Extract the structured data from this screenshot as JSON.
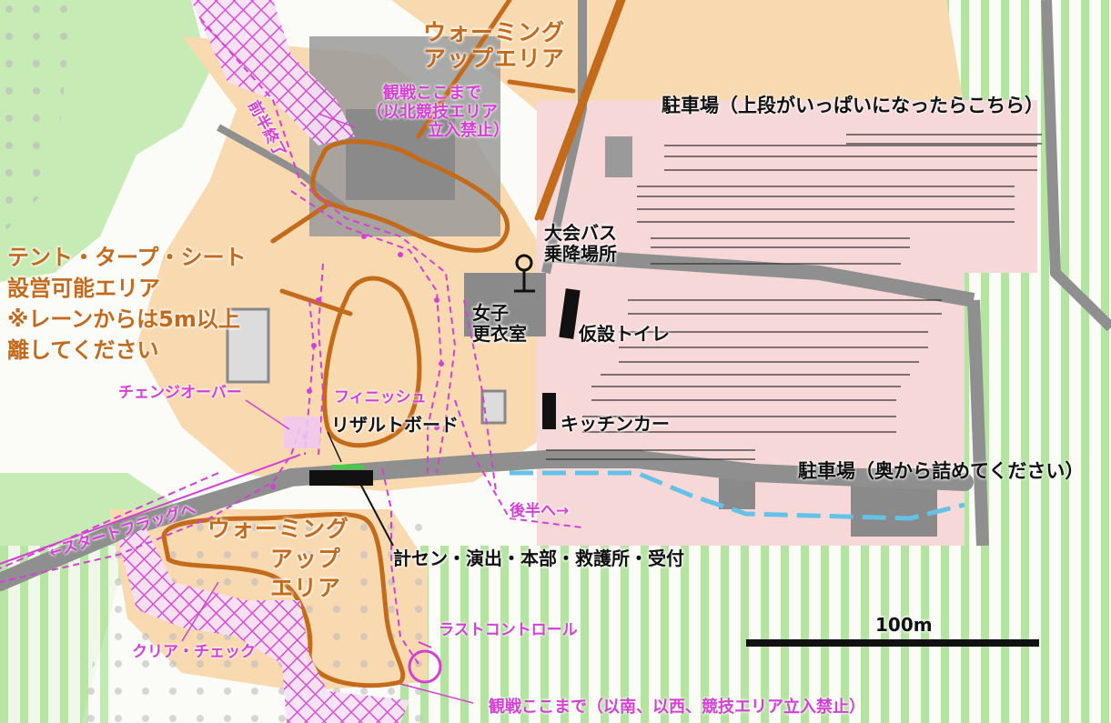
{
  "map": {
    "colors": {
      "open_land": "#f8d9b0",
      "parking_fill": "#f6d8d8",
      "forest_green": "#c6ebb5",
      "stripe_green": "#b4e3a2",
      "road_gray": "#8f8f8f",
      "building_gray": "#9a9a9a",
      "course_magenta": "#d63fd6",
      "boundary_orange": "#c46a1b",
      "water_blue": "#64c2e8"
    },
    "labels": {
      "warmup_north": [
        "ウォーミング",
        "アップエリア"
      ],
      "spectator_north": [
        "観戦ここまで",
        "（以北競技エリア",
        "立入禁止）"
      ],
      "first_half_end": "前半終了",
      "parking_upper": "駐車場（上段がいっぱいになったらこちら）",
      "tent_area": [
        "テント・タープ・シート",
        "設営可能エリア",
        "※レーンからは5m以上",
        "離してください"
      ],
      "bus_stop": [
        "大会バス",
        "乗降場所"
      ],
      "womens_changing": [
        "女子",
        "更衣室"
      ],
      "temp_toilet": "仮設トイレ",
      "changeover": "チェンジオーバー",
      "finish": "フィニッシュ",
      "result_board": "リザルトボード",
      "kitchen_car": "キッチンカー",
      "to_start_flag": "←スタートフラッグへ",
      "parking_lower": "駐車場（奥から詰めてください）",
      "to_second_half": "後半へ→",
      "warmup_south": [
        "ウォーミング",
        "アップ",
        "エリア"
      ],
      "headquarters": "計セン・演出・本部・救護所・受付",
      "clear_check": "クリア・チェック",
      "last_control": "ラストコントロール",
      "scale": "100m",
      "spectator_south": "観戦ここまで（以南、以西、競技エリア立入禁止）"
    }
  }
}
